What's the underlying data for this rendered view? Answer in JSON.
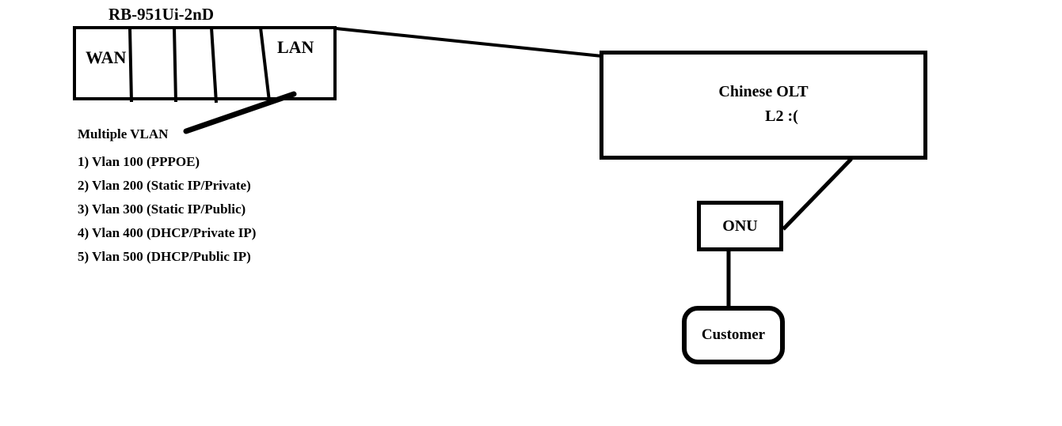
{
  "colors": {
    "stroke": "#000000",
    "background": "#ffffff"
  },
  "diagram": {
    "router": {
      "title": "RB-951Ui-2nD",
      "wan_label": "WAN",
      "lan_label": "LAN"
    },
    "olt": {
      "line1": "Chinese OLT",
      "line2": "L2 :("
    },
    "onu": {
      "label": "ONU"
    },
    "customer": {
      "label": "Customer"
    },
    "vlan": {
      "heading": "Multiple VLAN",
      "items": [
        "1) Vlan 100 (PPPOE)",
        "2) Vlan 200 (Static IP/Private)",
        "3) Vlan 300 (Static IP/Public)",
        "4) Vlan 400 (DHCP/Private IP)",
        "5) Vlan 500 (DHCP/Public IP)"
      ]
    }
  }
}
